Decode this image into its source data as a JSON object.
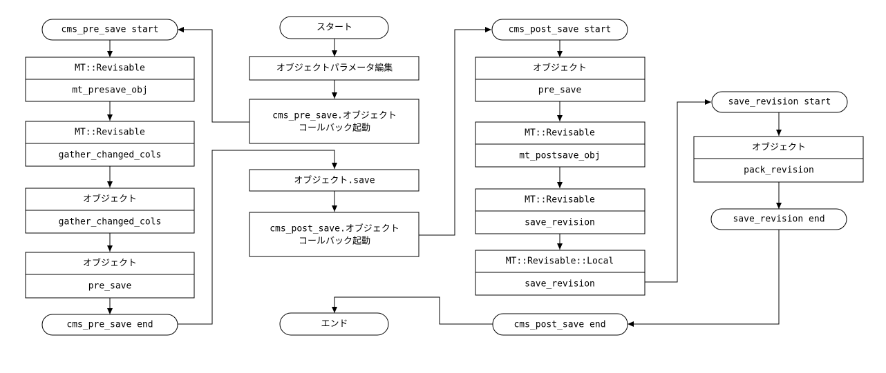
{
  "pre_save_column": {
    "start": "cms_pre_save start",
    "end": "cms_pre_save end",
    "boxes": [
      {
        "title": "MT::Revisable",
        "body": "mt_presave_obj"
      },
      {
        "title": "MT::Revisable",
        "body": "gather_changed_cols"
      },
      {
        "title": "オブジェクト",
        "body": "gather_changed_cols"
      },
      {
        "title": "オブジェクト",
        "body": "pre_save"
      }
    ]
  },
  "main_column": {
    "start": "スタート",
    "end": "エンド",
    "step_edit": "オブジェクトパラメータ編集",
    "step_pre_callback": [
      "cms_pre_save.オブジェクト",
      "コールバック起動"
    ],
    "step_save": "オブジェクト.save",
    "step_post_callback": [
      "cms_post_save.オブジェクト",
      "コールバック起動"
    ]
  },
  "post_save_column": {
    "start": "cms_post_save start",
    "end": "cms_post_save end",
    "boxes": [
      {
        "title": "オブジェクト",
        "body": "pre_save"
      },
      {
        "title": "MT::Revisable",
        "body": "mt_postsave_obj"
      },
      {
        "title": "MT::Revisable",
        "body": "save_revision"
      },
      {
        "title": "MT::Revisable::Local",
        "body": "save_revision"
      }
    ]
  },
  "save_revision_column": {
    "start": "save_revision start",
    "end": "save_revision end",
    "boxes": [
      {
        "title": "オブジェクト",
        "body": "pack_revision"
      }
    ]
  }
}
